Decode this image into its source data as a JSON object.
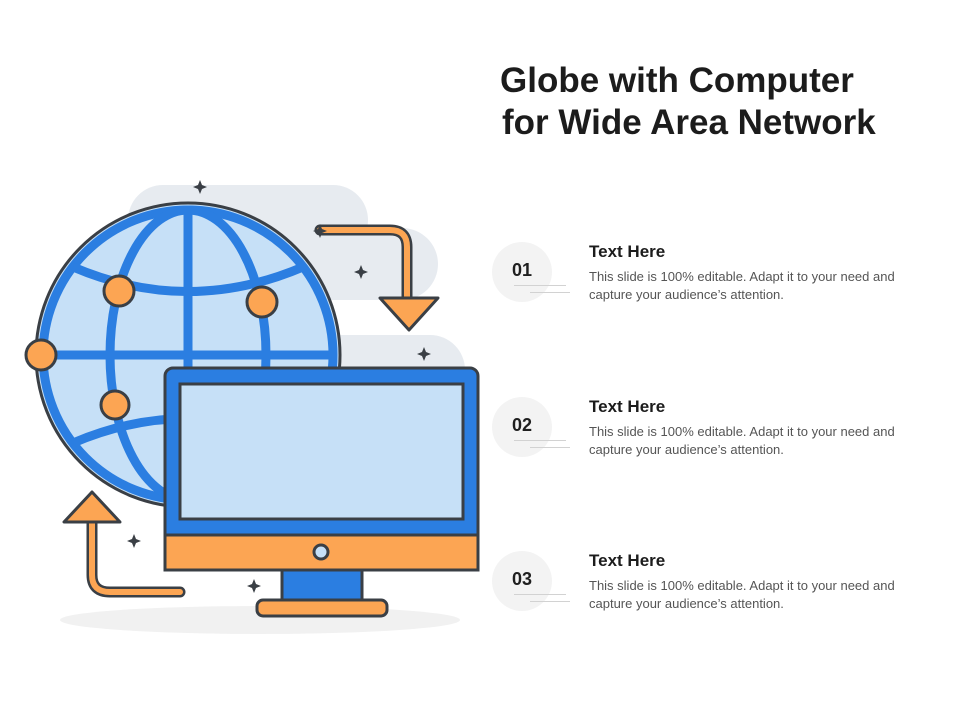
{
  "title": {
    "line1": "Globe with Computer",
    "line2": "for Wide Area Network"
  },
  "items": [
    {
      "number": "01",
      "heading": "Text Here",
      "description": "This slide is 100% editable. Adapt it to your need and capture your audience’s attention."
    },
    {
      "number": "02",
      "heading": "Text Here",
      "description": "This slide is 100% editable. Adapt it to your need and capture your audience’s attention."
    },
    {
      "number": "03",
      "heading": "Text Here",
      "description": "This slide is 100% editable. Adapt it to your need and capture your audience’s attention."
    }
  ],
  "colors": {
    "globe_fill": "#c6e0f7",
    "blue_stroke": "#2b7ee1",
    "orange": "#fca553",
    "outline": "#3a3f45",
    "cloud": "#e7ebf0"
  },
  "icons": [
    "globe-icon",
    "computer-monitor-icon",
    "arrow-down-icon",
    "arrow-up-icon",
    "sparkle-icon"
  ]
}
